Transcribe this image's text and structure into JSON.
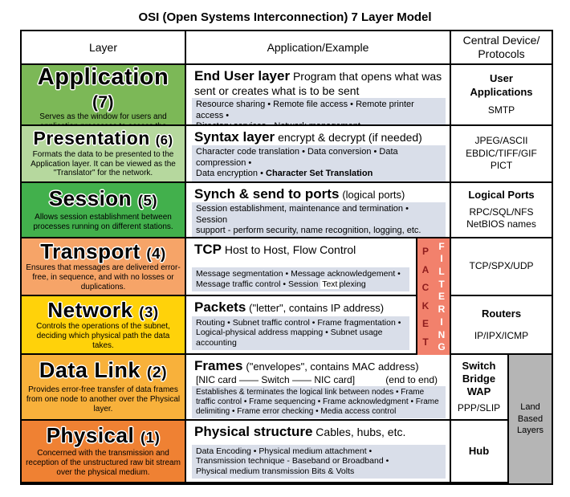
{
  "page_title": "OSI (Open Systems Interconnection) 7 Layer Model",
  "header": {
    "layer": "Layer",
    "example": "Application/Example",
    "central": "Central Device/\nProtocols"
  },
  "rows": [
    {
      "layer": {
        "title": "Application",
        "number": "(7)",
        "desc": "Serves as the window for users and application processes to access the network services."
      },
      "example": {
        "lead": "End User layer",
        "lead_rest": "Program that opens what was sent or creates what is to be sent",
        "details": "Resource sharing • Remote file access • Remote printer access •\nDirectory services • Network management"
      },
      "central": {
        "title": "User\nApplications",
        "lines": "SMTP"
      }
    },
    {
      "layer": {
        "title": "Presentation",
        "number": "(6)",
        "desc": "Formats the data to be presented to the Application layer. It can be viewed as the \"Translator\" for the network."
      },
      "example": {
        "lead": "Syntax layer",
        "lead_rest": "encrypt & decrypt (if needed)",
        "details": "Character code translation • Data conversion • Data compression •\nData encryption • ",
        "details_bold": "Character Set Translation"
      },
      "central": {
        "title": "",
        "lines": "JPEG/ASCII\nEBDIC/TIFF/GIF\nPICT"
      }
    },
    {
      "layer": {
        "title": "Session",
        "number": "(5)",
        "desc": "Allows session establishment between processes running on different stations."
      },
      "example": {
        "lead": "Synch & send to ports",
        "lead_rest": "(logical ports)",
        "details": "Session establishment, maintenance and termination • Session\nsupport - perform security, name recognition, logging, etc."
      },
      "central": {
        "title": "Logical Ports",
        "lines": "RPC/SQL/NFS\nNetBIOS names"
      }
    },
    {
      "layer": {
        "title": "Transport",
        "number": "(4)",
        "desc": "Ensures that messages are delivered error-free, in sequence, and with no losses or duplications."
      },
      "example": {
        "lead": "TCP",
        "lead_rest": "Host to Host, Flow Control",
        "details": "Message segmentation • Message acknowledgement •\nMessage traffic control • Session ",
        "overlay": "Text",
        "details_tail": "plexing"
      },
      "central": {
        "title": "",
        "lines": "TCP/SPX/UDP"
      }
    },
    {
      "layer": {
        "title": "Network",
        "number": "(3)",
        "desc": "Controls the operations of the subnet, deciding which physical path the data takes."
      },
      "example": {
        "lead": "Packets",
        "lead_rest": "(\"letter\", contains IP address)",
        "details": "Routing • Subnet traffic control • Frame fragmentation •\nLogical-physical address mapping • Subnet usage accounting"
      },
      "central": {
        "title": "Routers",
        "lines": "IP/IPX/ICMP"
      }
    },
    {
      "layer": {
        "title": "Data Link",
        "number": "(2)",
        "desc": "Provides error-free transfer of data frames from one node to another over the Physical layer."
      },
      "example": {
        "lead": "Frames",
        "lead_rest": "(\"envelopes\", contains MAC address)",
        "sub_left": "[NIC card —— Switch —— NIC card]",
        "sub_right": "(end to end)",
        "details": "Establishes & terminates the logical link between nodes • Frame\ntraffic control • Frame sequencing • Frame acknowledgment • Frame\ndelimiting • Frame error checking • Media access control"
      },
      "central": {
        "title": "Switch\nBridge\nWAP",
        "lines": "PPP/SLIP"
      }
    },
    {
      "layer": {
        "title": "Physical",
        "number": "(1)",
        "desc": "Concerned with the transmission and reception of the unstructured raw bit stream over the physical medium."
      },
      "example": {
        "lead": "Physical structure",
        "lead_rest": "Cables, hubs, etc.",
        "details": "Data Encoding • Physical medium attachment •\nTransmission technique - Baseband or Broadband •\nPhysical medium transmission Bits & Volts"
      },
      "central": {
        "title": "Hub",
        "lines": ""
      }
    }
  ],
  "packet_filtering": {
    "word_left": "PACKET",
    "word_right": "FILTERING"
  },
  "land_based_label": "Land\nBased\nLayers",
  "colors": {
    "application": "#7cb857",
    "presentation": "#b6d89e",
    "session": "#42b04c",
    "transport": "#f6a468",
    "network": "#ffd20a",
    "data_link": "#f8b13b",
    "physical": "#ef8133",
    "detail_box": "#d9dee9",
    "packet_strip": "#f2816c",
    "packet_text": "#8f1d1d",
    "filtering_text": "#ffffff",
    "land_box": "#b5b5b5",
    "border": "#000000"
  }
}
